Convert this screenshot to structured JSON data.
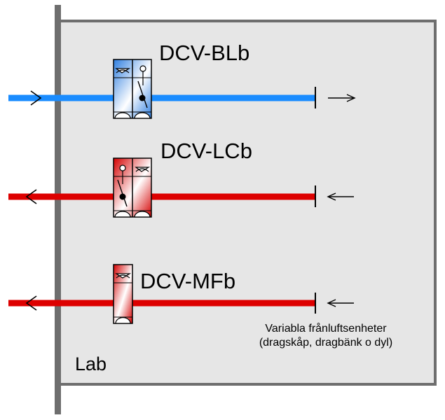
{
  "room": {
    "label": "Lab",
    "fill": "#e6e6e6",
    "wall_color": "#6e6e6e"
  },
  "ducts": [
    {
      "name": "supply",
      "color": "#1a8cff",
      "outer_arrow": "in",
      "inner_arrow": "out"
    },
    {
      "name": "exhaust-1",
      "color": "#dd0000",
      "outer_arrow": "out",
      "inner_arrow": "in"
    },
    {
      "name": "exhaust-2",
      "color": "#dd0000",
      "outer_arrow": "out",
      "inner_arrow": "in"
    }
  ],
  "units": [
    {
      "label": "DCV-BLb",
      "color": "#1f6fd6"
    },
    {
      "label": "DCV-LCb",
      "color": "#c00000"
    },
    {
      "label": "DCV-MFb",
      "color": "#c00000"
    }
  ],
  "note": {
    "line1": "Variabla frånluftsenheter",
    "line2": "(dragskåp, dragbänk o dyl)"
  }
}
